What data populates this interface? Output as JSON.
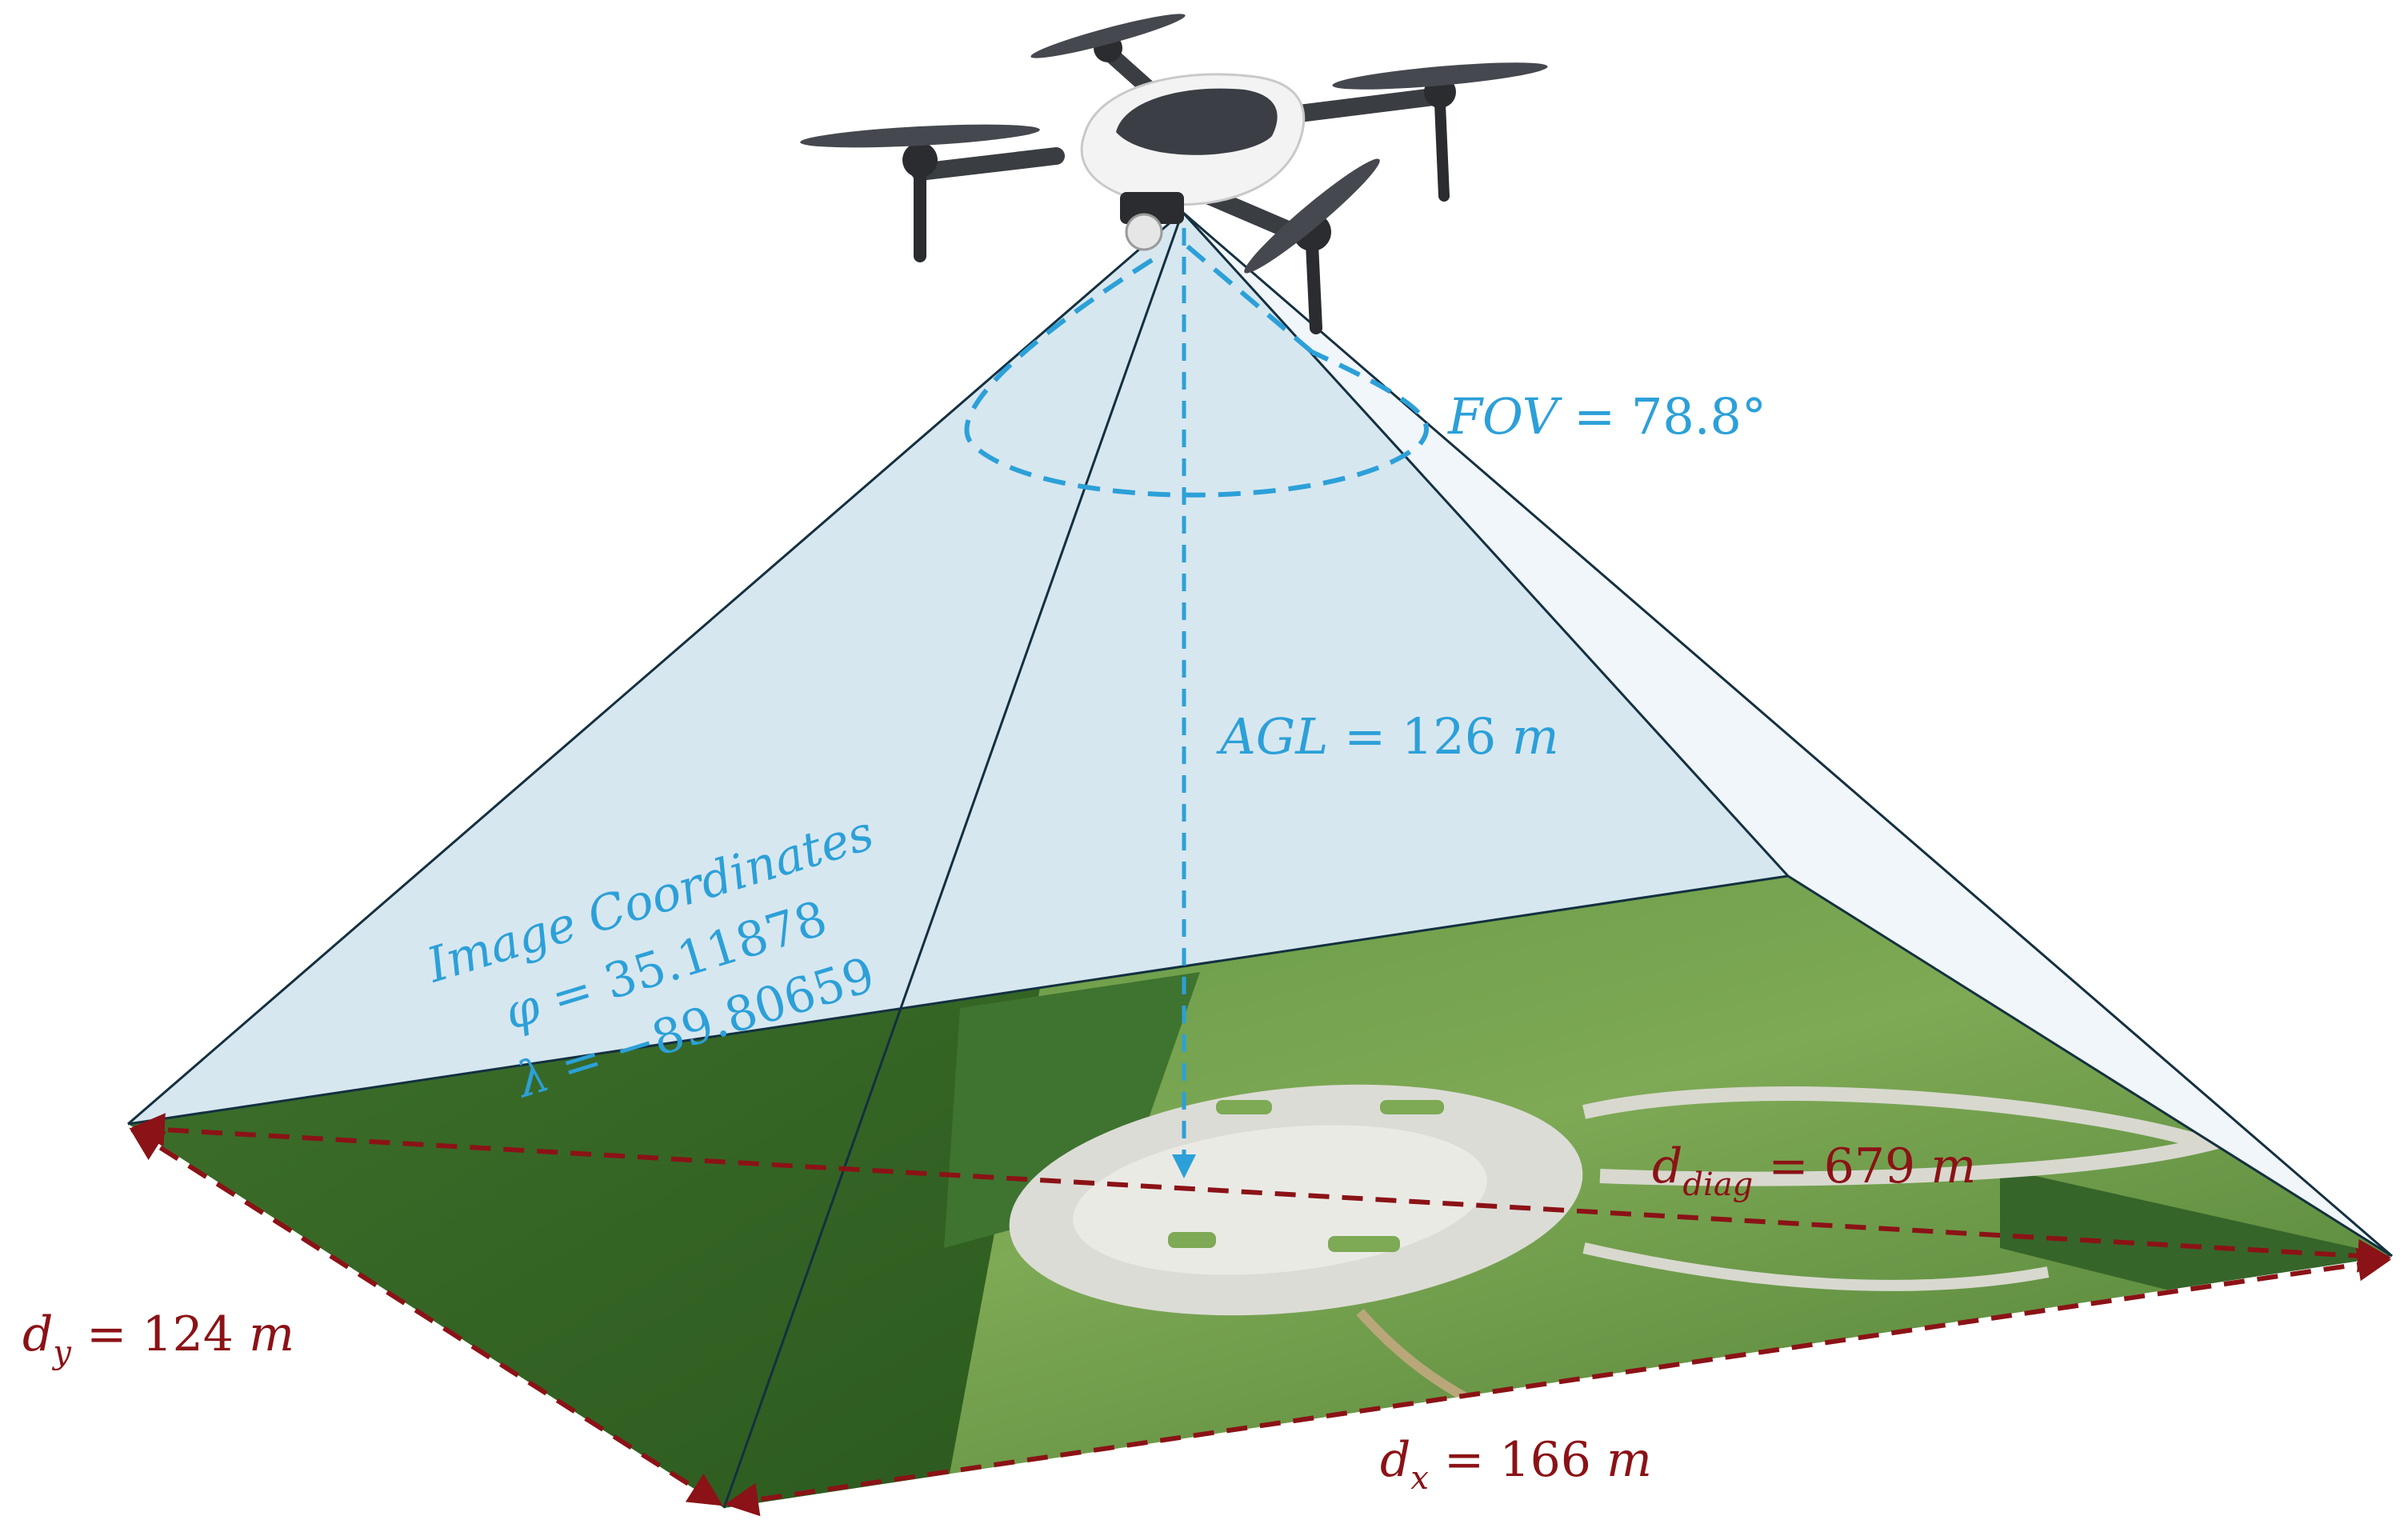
{
  "fov": {
    "prefix": "FOV",
    "eq": " = ",
    "value": "78.8°"
  },
  "agl": {
    "prefix": "AGL",
    "eq": " = ",
    "value": "126",
    "unit": "m"
  },
  "image_coordinates": {
    "title": "Image Coordinates",
    "phi_symbol": "φ",
    "phi_eq": " = ",
    "phi_value": "35.11878",
    "lambda_symbol": "λ",
    "lambda_eq": " = ",
    "lambda_value": "−89.80659"
  },
  "d_diag": {
    "base": "d",
    "sub": "diag",
    "eq": " = ",
    "value": "679",
    "unit": "m"
  },
  "d_y": {
    "base": "d",
    "sub": "y",
    "eq": " = ",
    "value": "124",
    "unit": "m"
  },
  "d_x": {
    "base": "d",
    "sub": "x",
    "eq": " = ",
    "value": "166",
    "unit": "m"
  },
  "colors": {
    "annotation_blue": "#2ca0d8",
    "dimension_red": "#8b1216",
    "frustum_fill": "#d4e5ef",
    "frustum_edge": "#143040"
  }
}
